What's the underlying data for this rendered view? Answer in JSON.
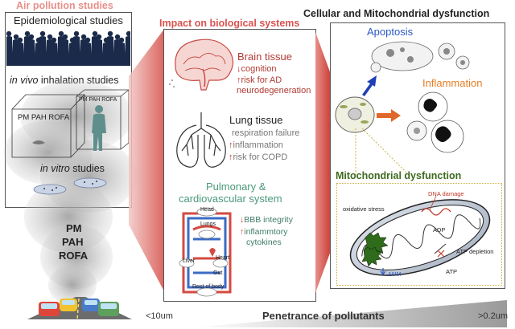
{
  "left_panel": {
    "title": "Air pollution studies",
    "epi_label": "Epidemiological studies",
    "invivo_italic": "in vivo",
    "invivo_rest": " inhalation studies",
    "chamber_labels": [
      "PM PAH ROFA",
      "PM PAH ROFA"
    ],
    "invitro_italic": "in vitro",
    "invitro_rest": " studies",
    "pollutants": [
      "PM",
      "PAH",
      "ROFA"
    ]
  },
  "middle_panel": {
    "title": "Impact on biological systems",
    "brain": {
      "title": "Brain tissue",
      "lines": [
        "cognition",
        "risk for AD",
        "neurodegeneration"
      ]
    },
    "lung": {
      "title": "Lung tissue",
      "lines": [
        "respiration failure",
        "inflammation",
        "risk for COPD"
      ]
    },
    "cardio": {
      "title_lines": [
        "Pulmonary &",
        "cardiovascular system"
      ],
      "lines": [
        "BBB integrity",
        "inflammtory",
        "cytokines"
      ],
      "diagram_labels": [
        "Head",
        "Lungs",
        "Heart",
        "Liver",
        "Gut",
        "Rest of body"
      ]
    }
  },
  "right_panel": {
    "title": "Cellular and Mitochondrial dysfunction",
    "apoptosis": "Apoptosis",
    "inflammation": "Inflammation",
    "mito_title": "Mitochondrial dysfunction",
    "mito_labels": {
      "dna": "DNA damage",
      "oxidative": "oxidative stress",
      "adp": "ADP",
      "atp_depletion": "ATP depletion",
      "atp": "ATP",
      "psi": "ΔΨM"
    }
  },
  "bottom": {
    "left_size": "<10um",
    "penetrance": "Penetrance of pollutants",
    "right_size": ">0.2um"
  },
  "colors": {
    "title_red": "#d9534f",
    "apoptosis_blue": "#2b59c3",
    "inflammation_orange": "#e67e22",
    "mito_green": "#3d6b1f",
    "cardio_green": "#4a9a7a",
    "brain_red": "#c0392b"
  }
}
